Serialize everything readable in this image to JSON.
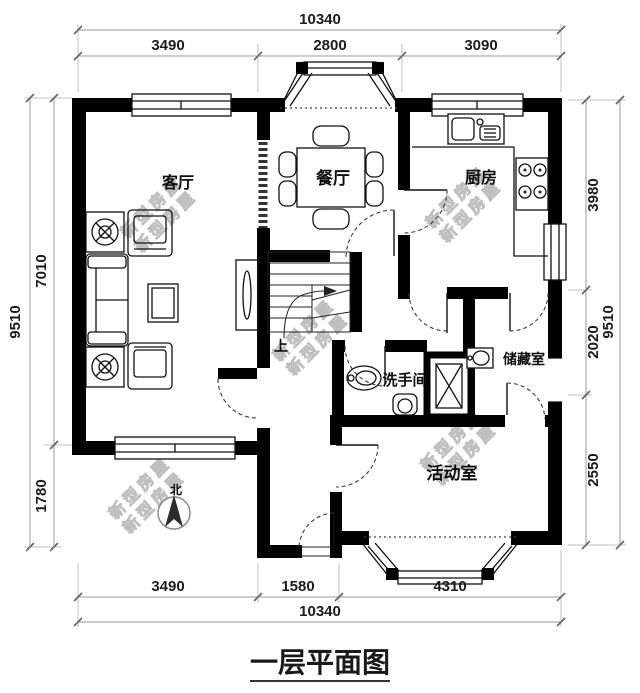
{
  "title": {
    "text": "一层平面图"
  },
  "compass": {
    "label": "北"
  },
  "watermark": {
    "text": "新型房屋"
  },
  "rooms": {
    "living": "客厅",
    "dining": "餐厅",
    "kitchen": "厨房",
    "washroom": "洗手间",
    "storage": "储藏室",
    "activity": "活动室",
    "stairs_up": "上"
  },
  "dimensions": {
    "top": {
      "overall": "10340",
      "segments": [
        "3490",
        "2800",
        "3090"
      ]
    },
    "bottom": {
      "overall": "10340",
      "segments": [
        "3490",
        "1580",
        "4310"
      ]
    },
    "left": {
      "overall": "9510",
      "segments": [
        "7010",
        "1780"
      ]
    },
    "right": {
      "overall": "9510",
      "segments": [
        "3980",
        "2020",
        "2550"
      ]
    }
  }
}
